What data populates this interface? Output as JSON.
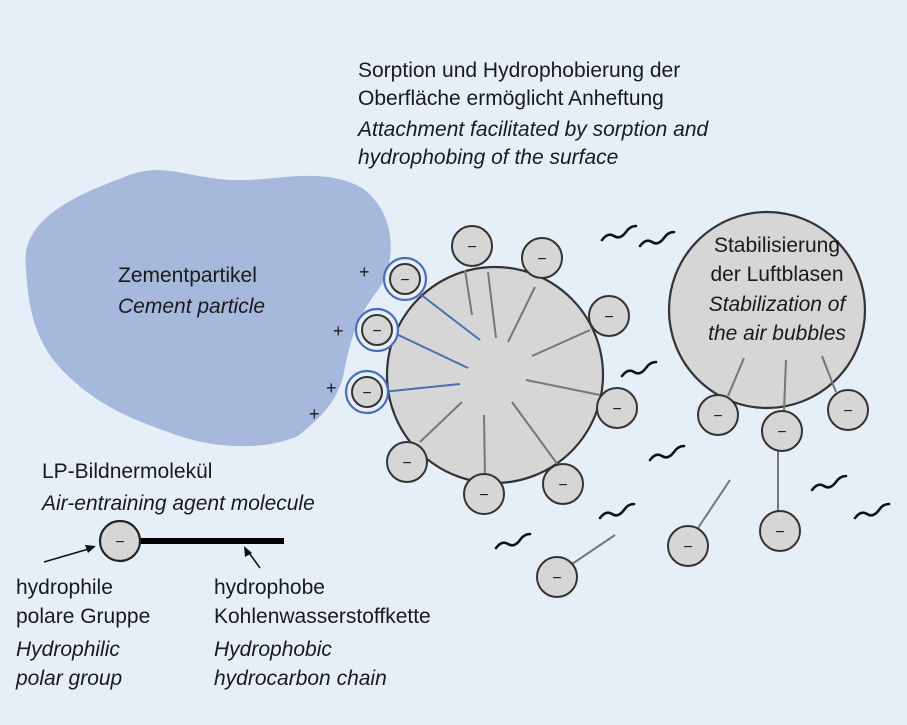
{
  "colors": {
    "background": "#e6eef8",
    "cement": "#a6b8dc",
    "bubble": "#d6d6d6",
    "outline": "#333333",
    "attached_ring": "#4a6eb4",
    "attached_line": "#4a6eb4",
    "chain": "#000000"
  },
  "glyphs": {
    "minus": "−",
    "plus": "+"
  },
  "top_note": {
    "de_line1": "Sorption und Hydrophobierung der",
    "de_line2": "Oberfläche ermöglicht Anheftung",
    "en_line1": "Attachment facilitated by sorption and",
    "en_line2": "hydrophobing of the surface"
  },
  "cement": {
    "de": "Zementpartikel",
    "en": "Cement particle"
  },
  "right_bubble": {
    "de_line1": "Stabilisierung",
    "de_line2": "der Luftblasen",
    "en_line1": "Stabilization of",
    "en_line2": "the air bubbles"
  },
  "molecule": {
    "de": "LP-Bildnermolekül",
    "en": "Air-entraining agent molecule"
  },
  "hydrophilic": {
    "de_line1": "hydrophile",
    "de_line2": "polare Gruppe",
    "en_line1": "Hydrophilic",
    "en_line2": "polar group"
  },
  "hydrophobic": {
    "de_line1": "hydrophobe",
    "de_line2": "Kohlenwasserstoffkette",
    "en_line1": "Hydrophobic",
    "en_line2": "hydrocarbon chain"
  }
}
